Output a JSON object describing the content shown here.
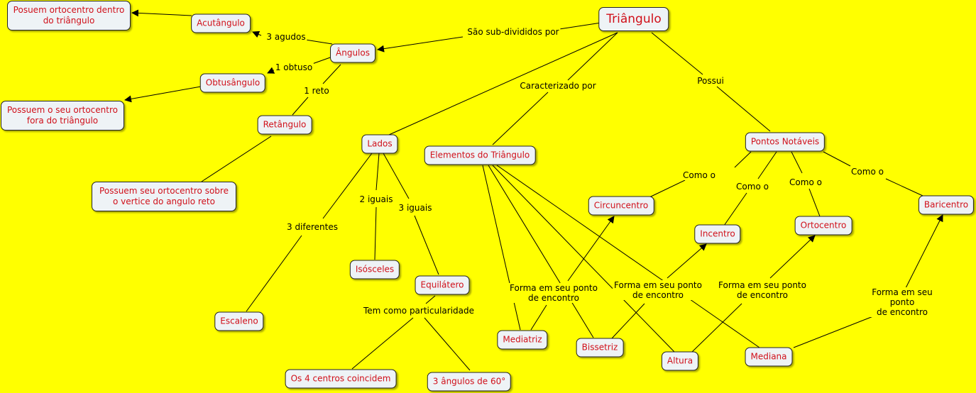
{
  "nodes": {
    "triangulo": "Triângulo",
    "angulos": "Ângulos",
    "acutangulo": "Acutângulo",
    "acutangulo_desc": "Posuem ortocentro dentro\ndo triângulo",
    "obtusangulo": "Obtusângulo",
    "obtusangulo_desc": "Possuem o seu ortocentro\nfora do triângulo",
    "retangulo": "Retângulo",
    "retangulo_desc": "Possuem seu ortocentro sobre\no vertice do angulo reto",
    "lados": "Lados",
    "isosceles": "Isósceles",
    "equilatero": "Equilátero",
    "escaleno": "Escaleno",
    "centros": "Os 4 centros coincidem",
    "angulos60": "3 ângulos de 60°",
    "elementos": "Elementos do Triângulo",
    "mediatriz": "Mediatriz",
    "bissetriz": "Bissetriz",
    "altura": "Altura",
    "mediana": "Mediana",
    "pontos": "Pontos Notáveis",
    "circuncentro": "Circuncentro",
    "incentro": "Incentro",
    "ortocentro": "Ortocentro",
    "baricentro": "Baricentro"
  },
  "labels": {
    "subdivididos": "São sub-divididos por",
    "agudos": "3 agudos",
    "obtuso": "1 obtuso",
    "reto": "1 reto",
    "caracterizado": "Caracterizado por",
    "possui": "Possui",
    "dois_iguais": "2 iguais",
    "tres_iguais": "3 iguais",
    "tres_diferentes": "3 diferentes",
    "particularidade": "Tem como particularidade",
    "como_o_1": "Como o",
    "como_o_2": "Como o",
    "como_o_3": "Como o",
    "como_o_4": "Como o",
    "forma_1": "Forma em seu ponto\nde encontro",
    "forma_2": "Forma em seu ponto\nde encontro",
    "forma_3": "Forma em seu ponto\nde encontro",
    "forma_4": "Forma em seu ponto\nde encontro"
  },
  "colors": {
    "background": "#ffff00",
    "node_fill": "#eef3f6",
    "node_text": "#d0101a",
    "line": "#000000"
  }
}
